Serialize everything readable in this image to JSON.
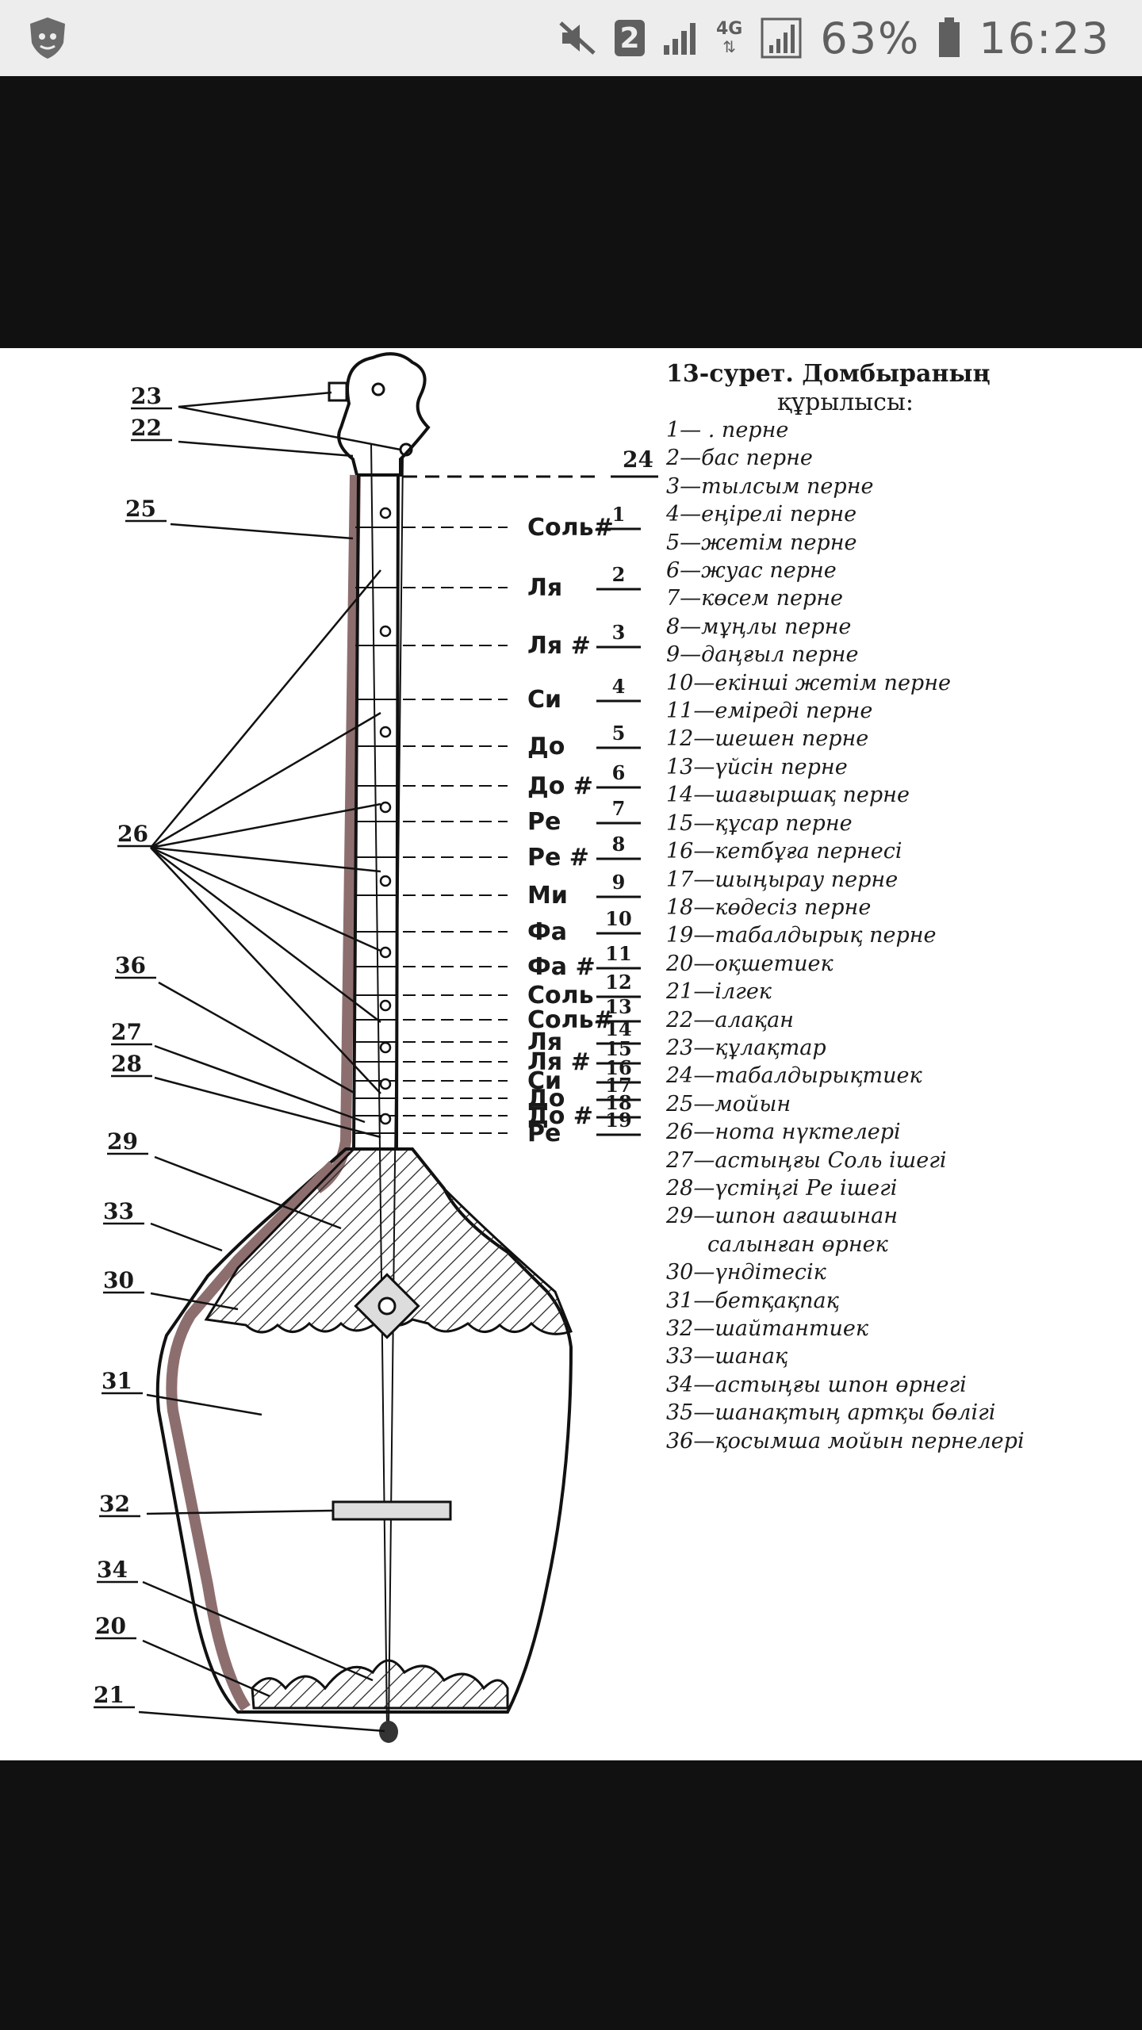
{
  "status_bar": {
    "app_icon": "shield-face-icon",
    "icons": [
      "mute-icon",
      "sim-2-icon",
      "signal-icon",
      "4g-data-icon",
      "signal-2-icon",
      "battery-icon"
    ],
    "sim_label": "2",
    "network_label": "4G",
    "battery": "63%",
    "time": "16:23"
  },
  "figure": {
    "caption_title": "13-сурет. Домбыраның",
    "caption_subtitle": "құрылысы:",
    "legend": [
      "1— . перне",
      "2—бас перне",
      "3—тылсым перне",
      "4—еңірелі перне",
      "5—жетім перне",
      "6—жуас перне",
      "7—көсем перне",
      "8—мұңлы перне",
      "9—даңғыл перне",
      "10—екінші жетім перне",
      "11—еміреді перне",
      "12—шешен перне",
      "13—үйсін перне",
      "14—шағыршақ перне",
      "15—құсар перне",
      "16—кетбұға пернесі",
      "17—шыңырау перне",
      "18—көдесіз перне",
      "19—табалдырық перне",
      "20—оқшетиек",
      "21—ілгек",
      "22—алақан",
      "23—құлақтар",
      "24—табалдырықтиек",
      "25—мойын",
      "26—нота нүктелері",
      "27—астыңғы Соль ішегі",
      "28—үстіңгі Ре ішегі",
      "29—шпон ағашынан",
      "салынған өрнек",
      "30—үндітесік",
      "31—бетқақпақ",
      "32—шайтантиек",
      "33—шанақ",
      "34—астыңғы шпон өрнегі",
      "35—шанақтың артқы бөлігі",
      "36—қосымша мойын пернелері"
    ],
    "fret_notes": [
      "Соль#",
      "Ля",
      "Ля #",
      "Си",
      "До",
      "До #",
      "Ре",
      "Ре #",
      "Ми",
      "Фа",
      "Фа #",
      "Соль",
      "Соль#",
      "Ля",
      "Ля #",
      "Си",
      "До",
      "До #",
      "Ре"
    ],
    "fret_numbers": [
      "1",
      "2",
      "3",
      "4",
      "5",
      "6",
      "7",
      "8",
      "9",
      "10",
      "11",
      "12",
      "13",
      "14",
      "15",
      "16",
      "17",
      "18",
      "19"
    ],
    "part_labels": [
      "23",
      "22",
      "25",
      "24",
      "26",
      "36",
      "27",
      "28",
      "29",
      "33",
      "30",
      "31",
      "32",
      "34",
      "20",
      "21"
    ]
  }
}
